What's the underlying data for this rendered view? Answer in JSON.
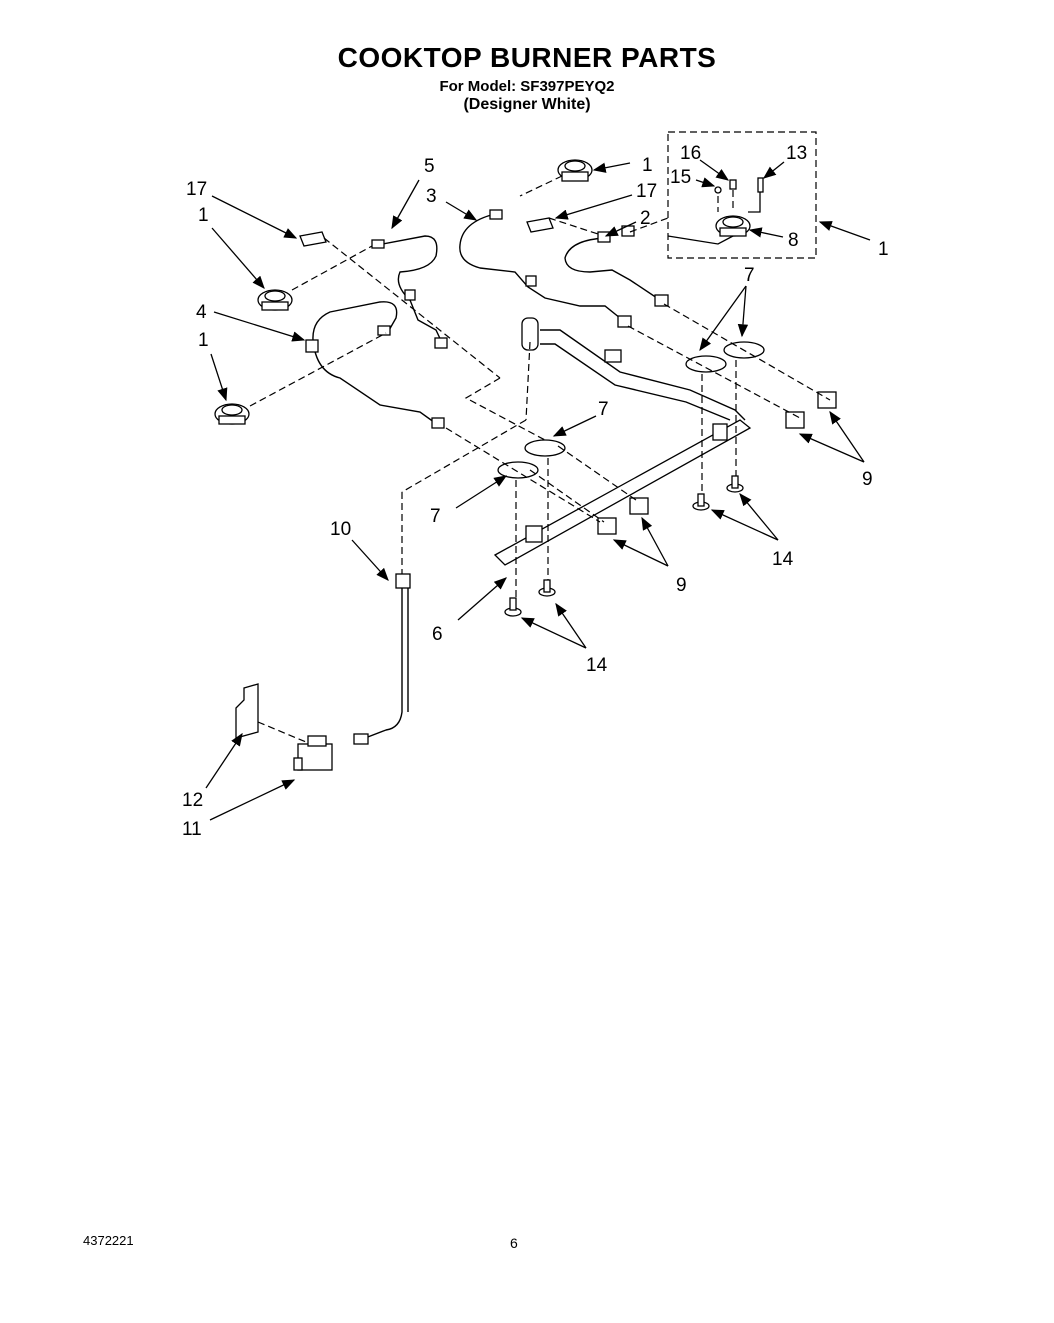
{
  "header": {
    "title": "COOKTOP BURNER PARTS",
    "model_line": "For Model: SF397PEYQ2",
    "color_line": "(Designer White)"
  },
  "footer": {
    "doc_number": "4372221",
    "page_number": "6"
  },
  "callouts": {
    "c1a": "1",
    "c1b": "1",
    "c1c": "1",
    "c1d": "1",
    "c2": "2",
    "c3": "3",
    "c4": "4",
    "c5": "5",
    "c6": "6",
    "c7a": "7",
    "c7b": "7",
    "c7c": "7",
    "c8": "8",
    "c9a": "9",
    "c9b": "9",
    "c10": "10",
    "c11": "11",
    "c12": "12",
    "c13": "13",
    "c14a": "14",
    "c14b": "14",
    "c15": "15",
    "c16": "16",
    "c17a": "17",
    "c17b": "17"
  }
}
